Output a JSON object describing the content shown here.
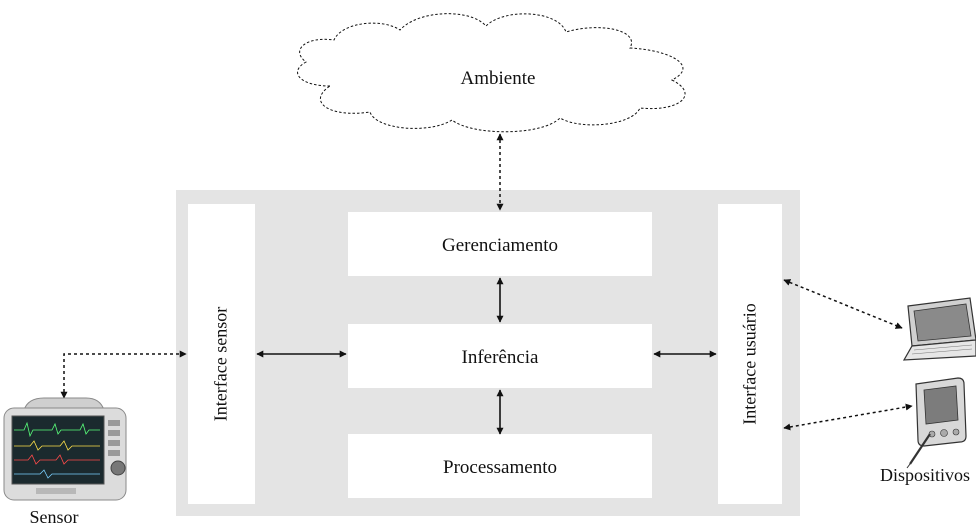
{
  "diagram": {
    "environment_label": "Ambiente",
    "modules": {
      "management": "Gerenciamento",
      "inference": "Inferência",
      "processing": "Processamento"
    },
    "interfaces": {
      "sensor": "Interface sensor",
      "user": "Interface usuário"
    },
    "external": {
      "sensor": "Sensor",
      "devices": "Dispositivos"
    }
  },
  "colors": {
    "container_fill": "#e4e4e4",
    "box_fill": "#ffffff",
    "stroke": "#111111",
    "monitor_body": "#dcdcdc",
    "screen": "#1b2a2e"
  },
  "icons": [
    "cloud-icon",
    "patient-monitor-icon",
    "laptop-icon",
    "pda-icon"
  ]
}
